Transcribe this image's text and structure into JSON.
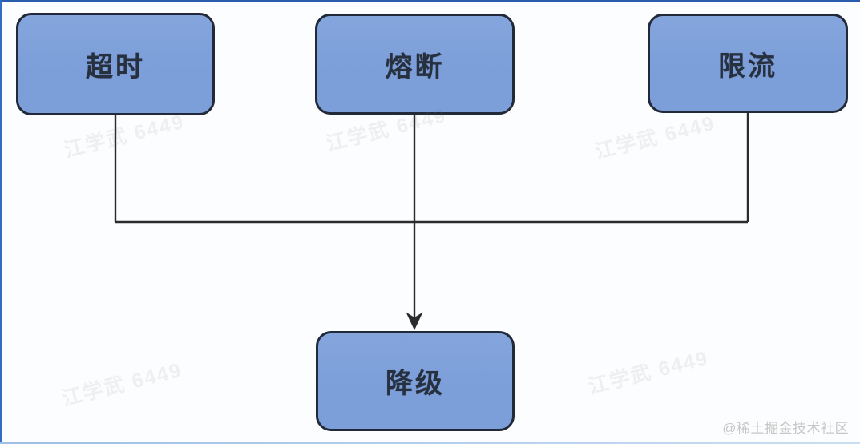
{
  "diagram": {
    "nodes": [
      {
        "id": "timeout",
        "label": "超时"
      },
      {
        "id": "fuse",
        "label": "熔断"
      },
      {
        "id": "limit",
        "label": "限流"
      },
      {
        "id": "degrade",
        "label": "降级"
      }
    ],
    "edges": [
      {
        "from": "超时",
        "to": "降级"
      },
      {
        "from": "熔断",
        "to": "降级"
      },
      {
        "from": "限流",
        "to": "降级"
      }
    ],
    "colors": {
      "node_fill": "#7c9ed9",
      "node_border": "#222938",
      "line": "#2b2b2b",
      "frame_top": "#2a5cad",
      "frame_left": "#2f6dc6"
    }
  },
  "watermarks": {
    "repeat_text": "江学武 6449",
    "credit": "@稀土掘金技术社区"
  }
}
